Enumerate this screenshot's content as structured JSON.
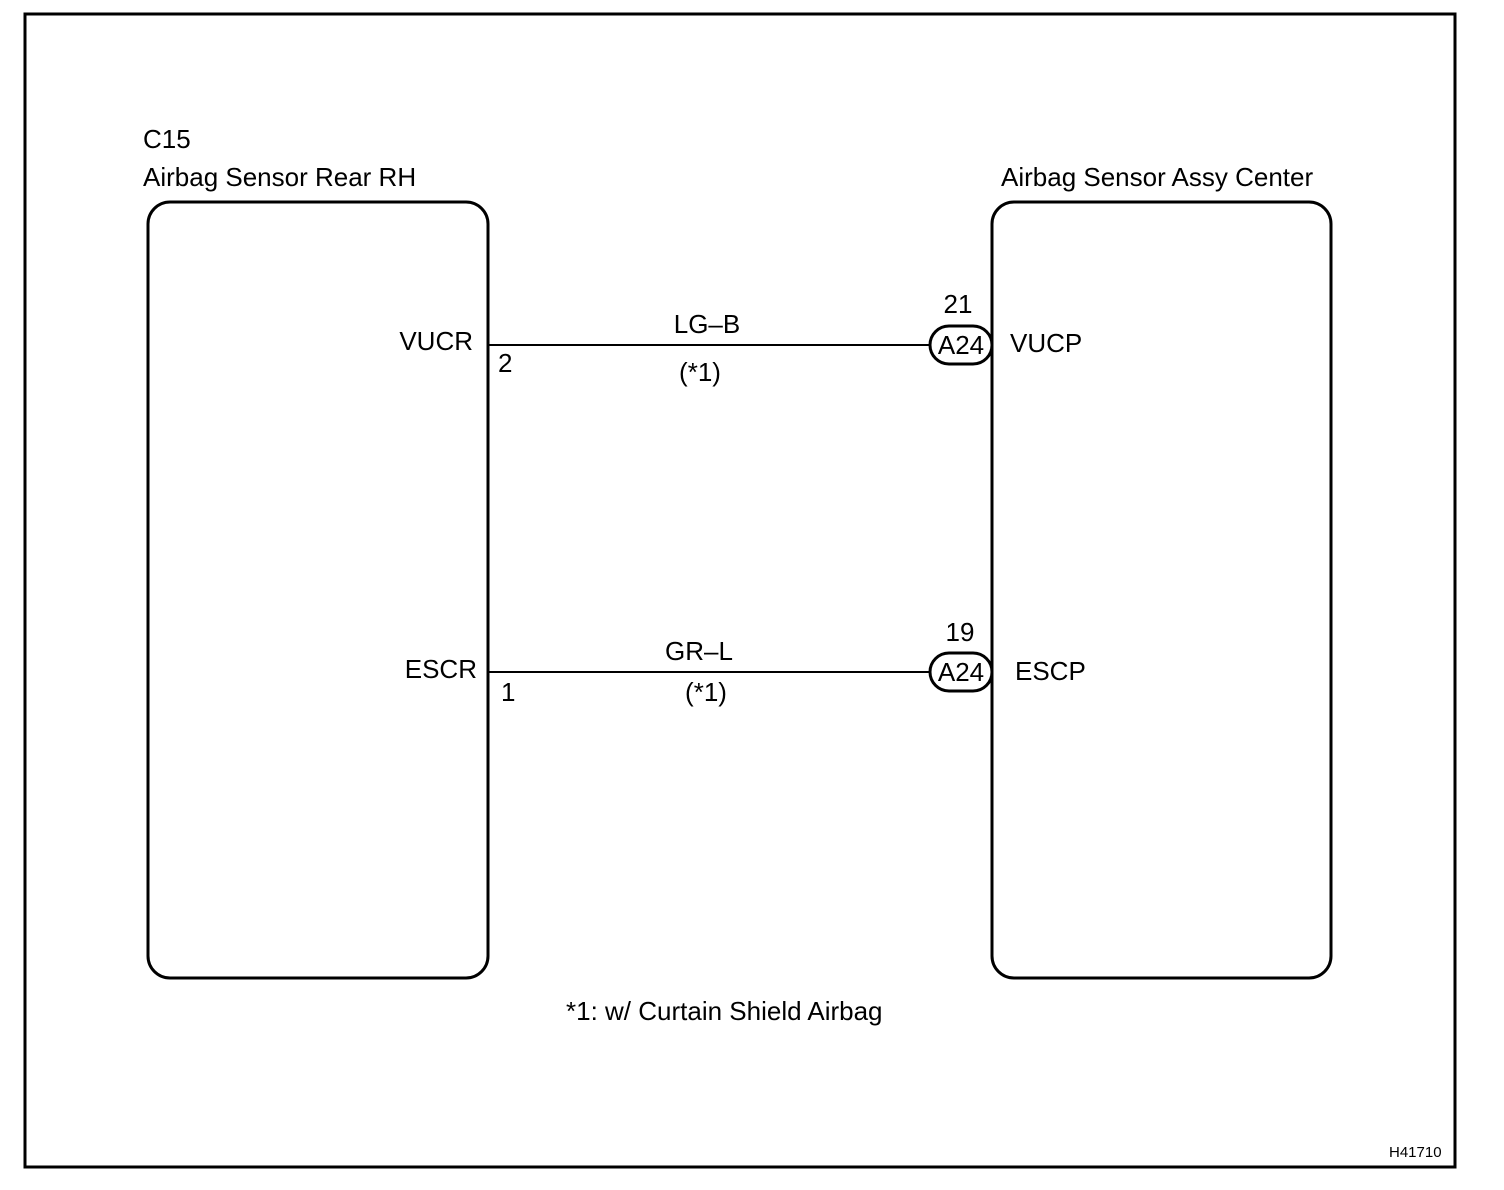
{
  "left_component": {
    "code": "C15",
    "name": "Airbag Sensor Rear RH"
  },
  "right_component": {
    "name": "Airbag Sensor Assy Center"
  },
  "wires": [
    {
      "left_pin_name": "VUCR",
      "left_pin": "2",
      "color": "LG–B",
      "note": "(*1)",
      "connector": "A24",
      "right_pin": "21",
      "right_pin_name": "VUCP"
    },
    {
      "left_pin_name": "ESCR",
      "left_pin": "1",
      "color": "GR–L",
      "note": "(*1)",
      "connector": "A24",
      "right_pin": "19",
      "right_pin_name": "ESCP"
    }
  ],
  "footnote": "*1: w/ Curtain Shield Airbag",
  "figure_id": "H41710",
  "colors": {
    "line": "#000000",
    "background": "#ffffff"
  }
}
